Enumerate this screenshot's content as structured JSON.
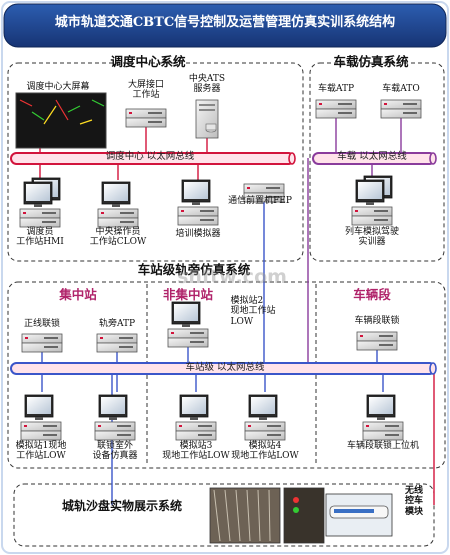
{
  "title": "城市轨道交通CBTC信号控制及运营管理仿真实训系统结构",
  "dispatch": {
    "name": "调度中心系统",
    "screen_label": "调度中心大屏幕",
    "big_screen_ws": "大屏接口\n工作站",
    "ats_server": "中央ATS\n服务器",
    "bus": "调度中心 以太网总线",
    "dispatcher_ws": "调度员\n工作站HMI",
    "central_op_ws": "中央操作员\n工作站CLOW",
    "training_sim": "培训模拟器",
    "fep": "通信前置机FEP"
  },
  "onboard": {
    "name": "车载仿真系统",
    "atp": "车载ATP",
    "ato": "车载ATO",
    "bus": "车载 以太网总线",
    "driver_sim": "列车模拟驾驶\n实训器"
  },
  "station": {
    "name": "车站级轨旁仿真系统",
    "bus": "车站级 以太网总线",
    "central_station": "集中站",
    "noncentral_station": "非集中站",
    "depot": "车辆段",
    "interlocking": "正线联锁",
    "trackside_atp": "轨旁ATP",
    "sim_station2": "模拟站2\n现地工作站\nLOW",
    "depot_interlocking": "车辆段联锁",
    "sim_station1": "模拟站1现地\n工作站LOW",
    "io_sim": "联锁室外\n设备仿真器",
    "sim_station3": "模拟站3\n现地工作站LOW",
    "sim_station4": "模拟站4\n现地工作站LOW",
    "depot_upper": "车辆段联锁上位机"
  },
  "sandtable": {
    "name": "城轨沙盘实物展示系统",
    "wireless": "无线\n控车\n模块"
  },
  "watermark": "shftw.com",
  "colors": {
    "title_bg": "#1b3f86",
    "bus_fill": "#ffe3ea",
    "bus_red": "#d2143c",
    "bus_purple": "#8a3c9c",
    "bus_blue": "#3b56c9",
    "subtitle": "#b0236a",
    "dashed": "#333333",
    "frame": "#c9d8ee"
  }
}
